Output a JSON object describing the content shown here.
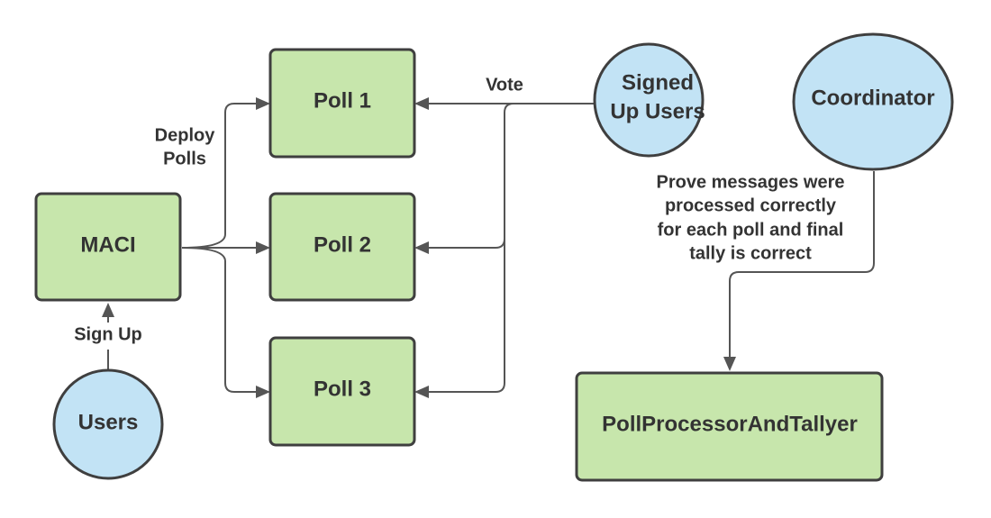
{
  "colors": {
    "box_fill": "#c7e6ac",
    "circle_fill": "#c2e3f5",
    "stroke": "#3f3f3f",
    "text": "#333333"
  },
  "nodes": {
    "maci": "MACI",
    "poll1": "Poll 1",
    "poll2": "Poll 2",
    "poll3": "Poll 3",
    "users": "Users",
    "signed_up_users": [
      "Signed",
      "Up Users"
    ],
    "coordinator": "Coordinator",
    "processor": "PollProcessorAndTallyer"
  },
  "edge_labels": {
    "deploy_polls": [
      "Deploy",
      "Polls"
    ],
    "vote": "Vote",
    "sign_up": "Sign Up",
    "prove": [
      "Prove messages were",
      "processed correctly",
      "for each poll and final",
      "tally is correct"
    ]
  }
}
